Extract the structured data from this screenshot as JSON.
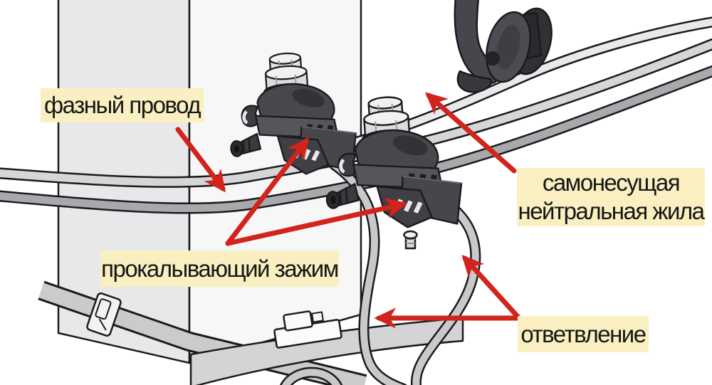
{
  "annotations": {
    "phase_wire": {
      "label": "фазный провод"
    },
    "neutral_core": {
      "label_line1": "самонесущая",
      "label_line2": "нейтральная жила"
    },
    "piercing_clamp": {
      "label": "прокалывающий зажим"
    },
    "branch": {
      "label": "ответвление"
    }
  },
  "colors": {
    "label_bg": "#f9efc1",
    "label_text": "#161616",
    "arrow_red": "#d2231d",
    "wire_light": "#e9e9eb",
    "wire_mid": "#c9c9cc",
    "wire_dark": "#a9a9ad",
    "pole_front": "#e8e8ea",
    "pole_side": "#f7f7f8",
    "metal_dark": "#47474d",
    "outline": "#1b1b1d"
  }
}
